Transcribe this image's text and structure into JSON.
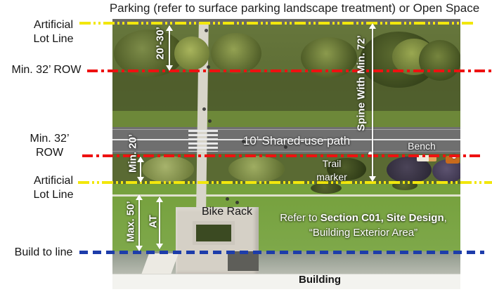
{
  "title": "Parking (refer to surface parking landscape treatment) or Open Space",
  "left_labels": [
    {
      "line1": "Artificial",
      "line2": "Lot Line"
    },
    {
      "line1": "Min. 32’ ROW"
    },
    {
      "line1": "Min. 32’",
      "line2": "ROW"
    },
    {
      "line1": "Artificial",
      "line2": "Lot Line"
    },
    {
      "line1": "Build to line"
    }
  ],
  "dimensions": {
    "top_depth": "20’-30’",
    "spine": "Spine With Min. 72’",
    "row_depth": "Min. 20’",
    "max_depth": "Max. 50’",
    "at": "AT"
  },
  "photo_labels": {
    "shared_use_path": "10’ Shared-use path",
    "bench": "Bench",
    "trail_marker_line1": "Trail",
    "trail_marker_line2": "marker",
    "bike_rack": "Bike Rack",
    "refer_prefix": "Refer to ",
    "refer_bold": "Section C01, Site Design",
    "refer_comma": ",",
    "refer_line2": "“Building Exterior Area”",
    "building": "Building"
  },
  "line_colors": {
    "artificial_lot_line": "#f2e70c",
    "min_row_line": "#ee1111",
    "build_to_line": "#1d3caa"
  }
}
